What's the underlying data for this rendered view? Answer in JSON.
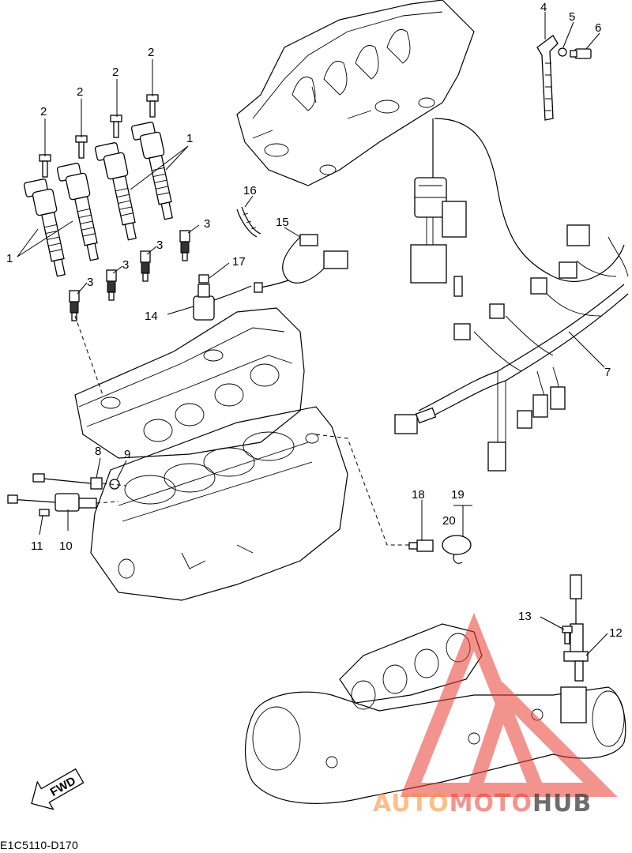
{
  "diagram": {
    "figure_code": "E1C5110-D170",
    "fwd_label": "FWD",
    "callouts": [
      {
        "id": "c1a",
        "label": "1"
      },
      {
        "id": "c1b",
        "label": "1"
      },
      {
        "id": "c2a",
        "label": "2"
      },
      {
        "id": "c2b",
        "label": "2"
      },
      {
        "id": "c2c",
        "label": "2"
      },
      {
        "id": "c2d",
        "label": "2"
      },
      {
        "id": "c3a",
        "label": "3"
      },
      {
        "id": "c3b",
        "label": "3"
      },
      {
        "id": "c3c",
        "label": "3"
      },
      {
        "id": "c3d",
        "label": "3"
      },
      {
        "id": "c4",
        "label": "4"
      },
      {
        "id": "c5",
        "label": "5"
      },
      {
        "id": "c6",
        "label": "6"
      },
      {
        "id": "c7",
        "label": "7"
      },
      {
        "id": "c8",
        "label": "8"
      },
      {
        "id": "c9",
        "label": "9"
      },
      {
        "id": "c10",
        "label": "10"
      },
      {
        "id": "c11",
        "label": "11"
      },
      {
        "id": "c12",
        "label": "12"
      },
      {
        "id": "c13",
        "label": "13"
      },
      {
        "id": "c14",
        "label": "14"
      },
      {
        "id": "c15",
        "label": "15"
      },
      {
        "id": "c16",
        "label": "16"
      },
      {
        "id": "c17",
        "label": "17"
      },
      {
        "id": "c18",
        "label": "18"
      },
      {
        "id": "c19",
        "label": "19"
      },
      {
        "id": "c20",
        "label": "20"
      }
    ]
  },
  "watermark": {
    "part1": "AUTO",
    "part2": "MOTO",
    "part3": "HUB",
    "color_orange": "#f58c28",
    "color_red": "#eb3c32",
    "color_dark": "#3c3c3c"
  }
}
